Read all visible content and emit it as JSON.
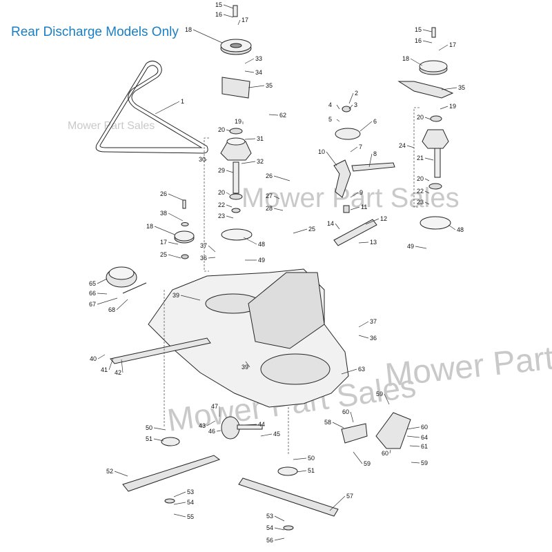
{
  "title": "Rear Discharge Models Only",
  "watermarks": [
    "Mower Part Sales",
    "Mower Part Sales",
    "Mower Part Sales",
    "Mower Part Sales"
  ],
  "callouts": [
    "1",
    "2",
    "3",
    "4",
    "5",
    "6",
    "7",
    "8",
    "9",
    "10",
    "11",
    "12",
    "13",
    "14",
    "15",
    "16",
    "17",
    "18",
    "19",
    "20",
    "21",
    "22",
    "23",
    "24",
    "25",
    "26",
    "27",
    "28",
    "29",
    "30",
    "31",
    "32",
    "33",
    "34",
    "35",
    "36",
    "37",
    "38",
    "39",
    "40",
    "41",
    "42",
    "43",
    "44",
    "45",
    "46",
    "47",
    "48",
    "49",
    "50",
    "51",
    "52",
    "53",
    "54",
    "55",
    "56",
    "57",
    "58",
    "59",
    "60",
    "61",
    "62",
    "63",
    "64",
    "65",
    "66",
    "67",
    "68"
  ],
  "colors": {
    "title": "#1a7fc4",
    "watermark": "#c9c9c9",
    "line": "#222222"
  }
}
